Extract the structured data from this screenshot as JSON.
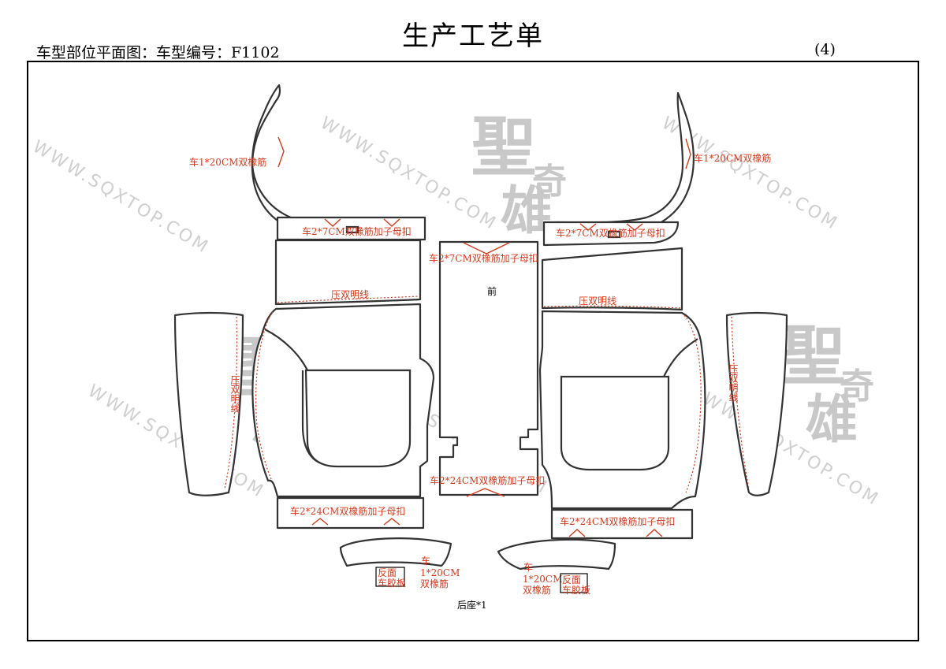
{
  "header": {
    "title": "生产工艺单",
    "subtitle": "车型部位平面图：车型编号：F1102",
    "page_number": "(4)"
  },
  "watermark": {
    "url_text": "WWW.SQXTOP.COM",
    "brand_big": "聖",
    "brand_small_1": "奇",
    "brand_small_2": "雄"
  },
  "labels": {
    "left_arch_elastic": "车1*20CM双橡筋",
    "right_arch_elastic": "车1*20CM双橡筋",
    "left_strip_elastic": "车2*7CM双橡筋加子母扣",
    "right_strip_elastic": "车2*7CM双橡筋加子母扣",
    "center_top_elastic": "车2*7CM双橡筋加子母扣",
    "center_front": "前",
    "left_topstitch": "压双明线",
    "right_topstitch": "压双明线",
    "left_side_topstitch": "压双明线",
    "right_side_topstitch": "压双明线",
    "center_bottom_elastic": "车2*24CM双橡筋加子母扣",
    "left_bottom_elastic": "车2*24CM双橡筋加子母扣",
    "right_bottom_elastic": "车2*24CM双橡筋加子母扣",
    "left_small_elastic_1": "车",
    "left_small_elastic_2": "1*20CM",
    "left_small_elastic_3": "双橡筋",
    "left_reverse_1": "反面",
    "left_reverse_2": "车胶板",
    "right_small_elastic_1": "车",
    "right_small_elastic_2": "1*20CM",
    "right_small_elastic_3": "双橡筋",
    "right_reverse_1": "反面",
    "right_reverse_2": "车胶板",
    "part_caption": "后座*1"
  },
  "colors": {
    "annotation": "#d83a1c",
    "outline": "#333333",
    "watermark": "#cfcfcf"
  }
}
